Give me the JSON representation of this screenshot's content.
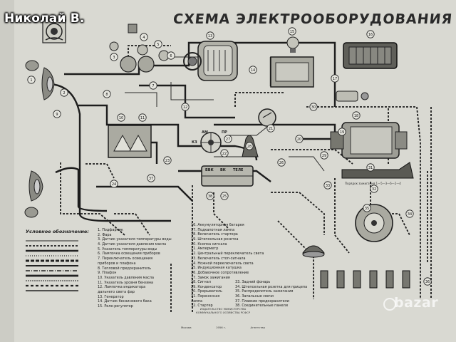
{
  "overlay": {
    "user": "Николай В."
  },
  "poster": {
    "title": "СХЕМА ЭЛЕКТРООБОРУДОВАНИЯ",
    "legend_title": "Условное обозначение:",
    "firing_order_caption": "Порядок зажигания 1—5—3—6—2—4",
    "publisher_lines": [
      "ИЗДАТЕЛЬСТВО МИНИСТЕРСТВА",
      "КОММУНАЛЬНОГО ХОЗЯЙСТВА РСФСР"
    ],
    "publisher_city": "Москва",
    "publisher_year": "1956 г.",
    "publisher_publisher": "Агентство",
    "panel_labels": [
      "БВК",
      "ВК",
      "ТЕЛЕ"
    ],
    "switch_labels": [
      "АМ",
      "КЗ",
      "ПР"
    ]
  },
  "legend_list": {
    "col1": [
      "1. Подфарник",
      "2. Фара",
      "3. Датчик указателя температуры воды",
      "4. Датчик указателя давления масла",
      "5. Указатель температуры воды",
      "6. Лампочка освещения приборов",
      "7. Переключатель освещения",
      "    приборов и плафона",
      "8. Тепловой предохранитель",
      "9. Плафон",
      "10. Указатель давления масла",
      "11. Указатель уровня бензина",
      "12. Лампочка индикатора",
      "     дальнего света фар",
      "13. Генератор",
      "14. Датчик бензинового бака",
      "15. Реле-регулятор"
    ],
    "col2": [
      "16. Аккумуляторная батарея",
      "17. Подкапотная лампа",
      "18. Включатель стартера",
      "19. Штепсельная розетка",
      "20. Кнопка сигнала",
      "21. Амперметр",
      "22. Центральный переключатель света",
      "23. Включатель стоп-сигнала",
      "24. Ножной переключатель света",
      "25. Индукционная катушка",
      "26. Добавочное сопротивление",
      "27. Замок зажигания"
    ],
    "col3a": [
      "28. Сигнал",
      "29. Конденсатор",
      "30. Прерыватель",
      "31. Переносная",
      "      лампа",
      "32. Стартер"
    ],
    "col3b": [
      "33. Задний фонарь",
      "34. Штепсельная розетка для прицепа",
      "35. Распределитель зажигания",
      "36. Запальные свечи",
      "37. Плавкие предохранители",
      "38. Соединительные панели"
    ]
  },
  "callout_numbers": [
    "1",
    "2",
    "3",
    "4",
    "5",
    "6",
    "7",
    "8",
    "9",
    "10",
    "11",
    "12",
    "13",
    "14",
    "15",
    "16",
    "17",
    "18",
    "19",
    "20",
    "21",
    "22",
    "23",
    "24",
    "25",
    "26",
    "27",
    "28",
    "29",
    "30",
    "31",
    "32",
    "33",
    "34",
    "35",
    "36",
    "37",
    "38"
  ],
  "colors": {
    "paper": "#d9d9d2",
    "ink": "#1d1d1d",
    "frame": "#3a3a36"
  },
  "watermark": {
    "text": "bazar"
  }
}
